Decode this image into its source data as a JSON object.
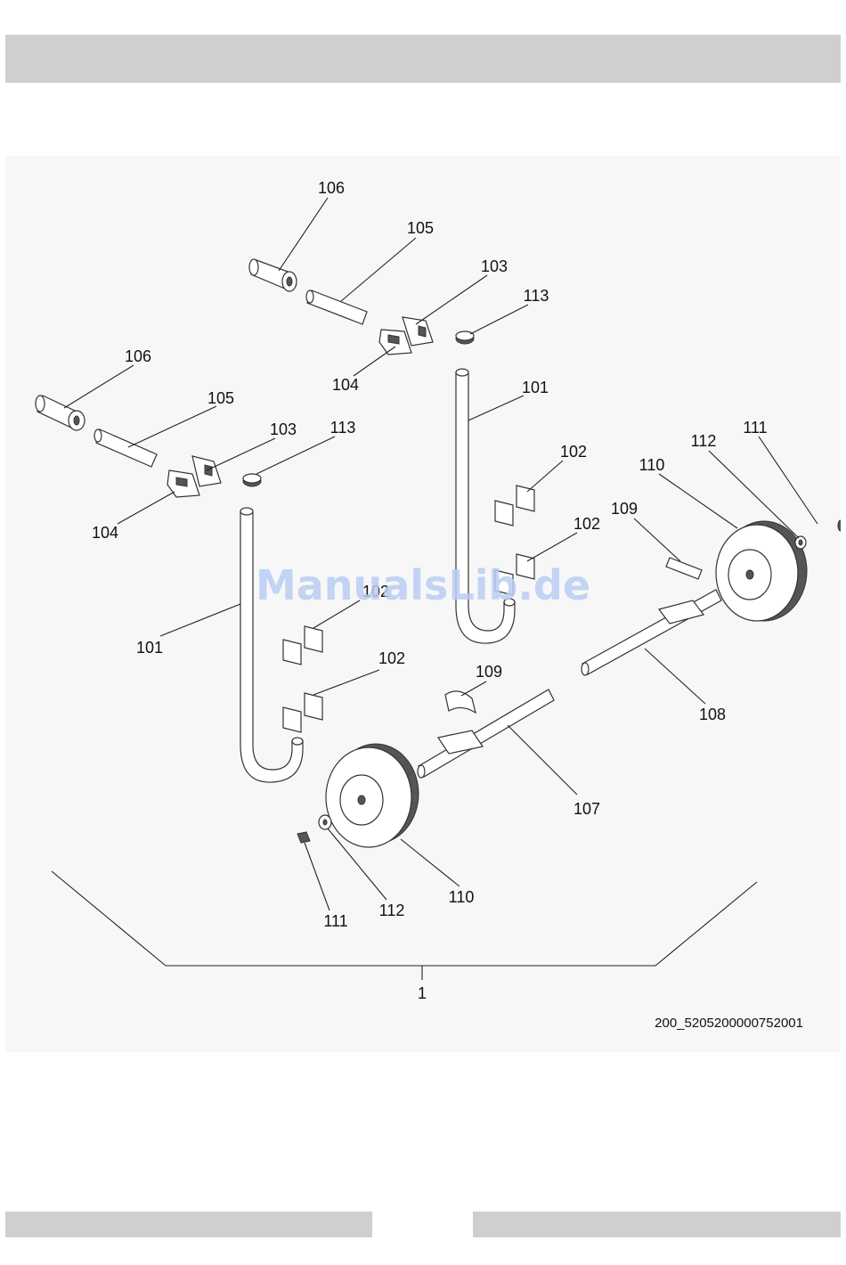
{
  "labels": {
    "l106a": "106",
    "l105a": "105",
    "l103a": "103",
    "l113a": "113",
    "l104a": "104",
    "l101a": "101",
    "l102a": "102",
    "l102b": "102",
    "l106b": "106",
    "l105b": "105",
    "l103b": "103",
    "l113b": "113",
    "l104b": "104",
    "l101b": "101",
    "l102c": "102",
    "l102d": "102",
    "l111a": "111",
    "l112a": "112",
    "l110a": "110",
    "l109a": "109",
    "l108": "108",
    "l109b": "109",
    "l107": "107",
    "l110b": "110",
    "l112b": "112",
    "l111b": "111",
    "l1": "1"
  },
  "drawing_code": "200_5205200000752001",
  "watermark": "ManualsLib.de"
}
